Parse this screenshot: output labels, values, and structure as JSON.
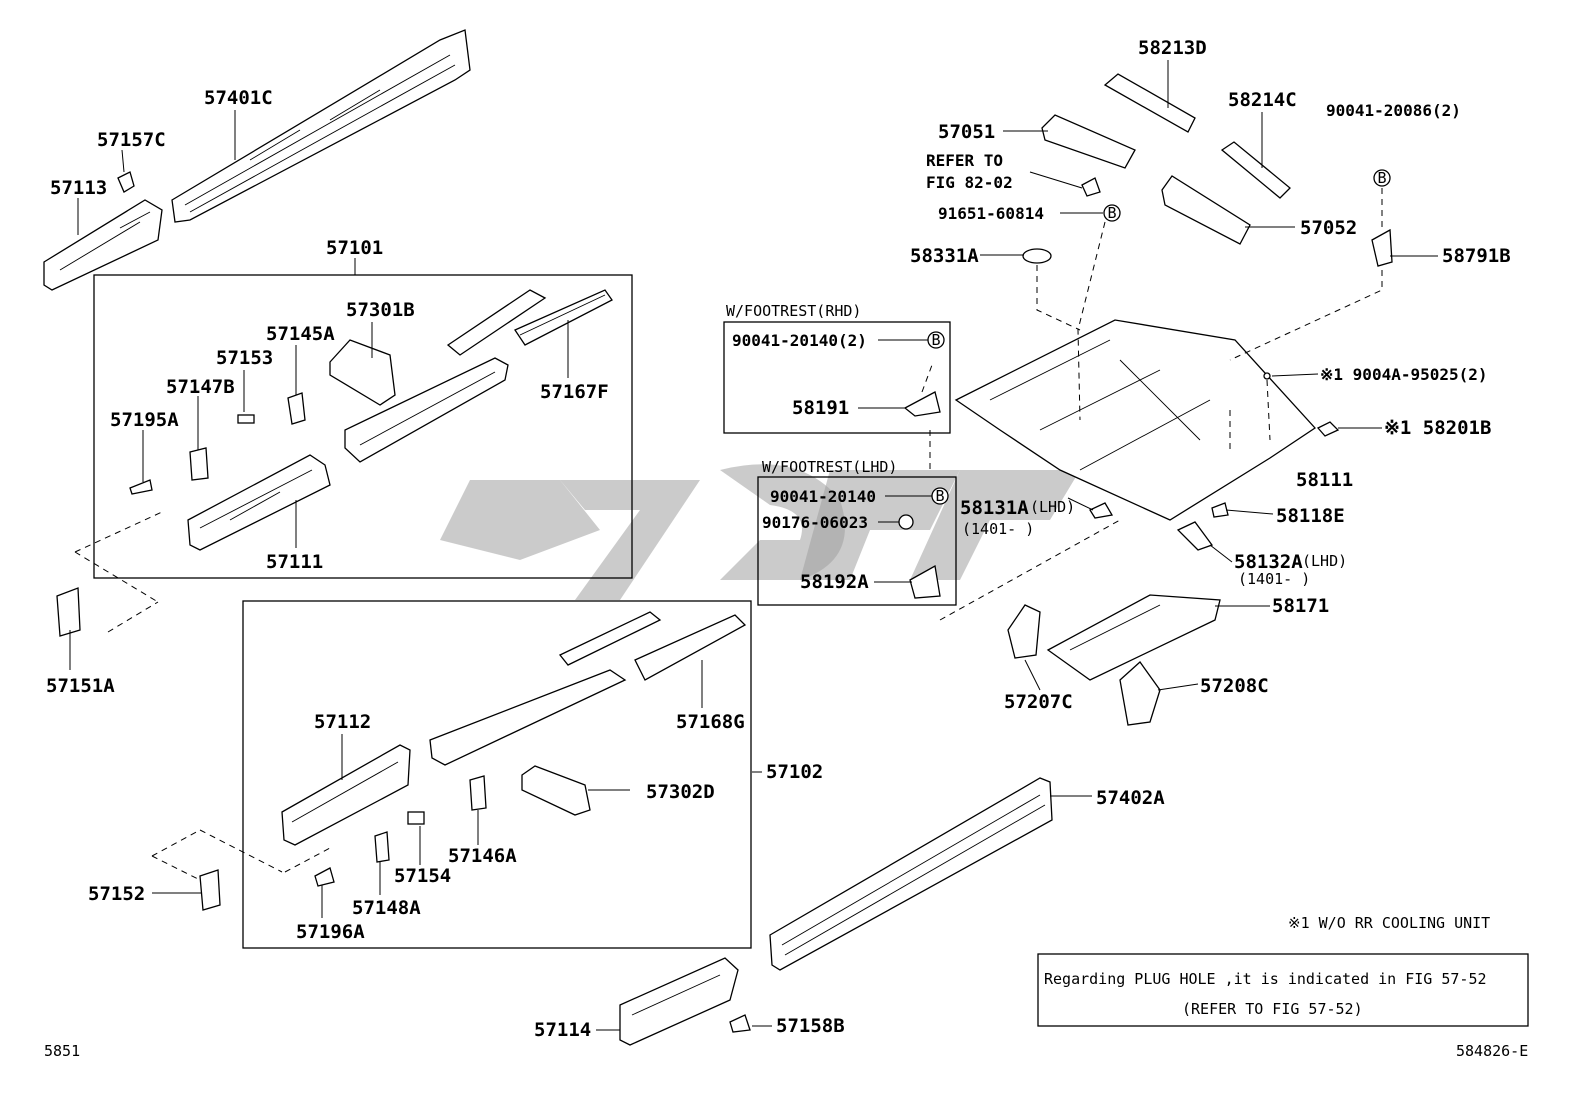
{
  "diagram": {
    "kind": "exploded-parts-diagram",
    "labels": {
      "p57401C": "57401C",
      "p57157C": "57157C",
      "p57113": "57113",
      "p57101": "57101",
      "p57301B": "57301B",
      "p57145A": "57145A",
      "p57153": "57153",
      "p57147B": "57147B",
      "p57195A": "57195A",
      "p57167F": "57167F",
      "p57111": "57111",
      "p57151A": "57151A",
      "p57112": "57112",
      "p57168G": "57168G",
      "p57102": "57102",
      "p57302D": "57302D",
      "p57146A": "57146A",
      "p57154": "57154",
      "p57148A": "57148A",
      "p57196A": "57196A",
      "p57152": "57152",
      "p57114": "57114",
      "p57158B": "57158B",
      "p57402A": "57402A",
      "p58213D": "58213D",
      "p58214C": "58214C",
      "p57051": "57051",
      "p57052": "57052",
      "p90041_20086": "90041-20086(2)",
      "refer_to": "REFER TO",
      "fig_82_02": "FIG 82-02",
      "p91651_60814": "91651-60814",
      "p58331A": "58331A",
      "p58791B": "58791B",
      "footrest_rhd": "W/FOOTREST(RHD)",
      "p90041_20140_2": "90041-20140(2)",
      "p58191": "58191",
      "footrest_lhd": "W/FOOTREST(LHD)",
      "p90041_20140": "90041-20140",
      "p90176_06023": "90176-06023",
      "p58192A": "58192A",
      "p58131A": "58131A",
      "p58131A_suffix": "(LHD)",
      "p58131A_range": "(1401-      )",
      "p9004A_95025": "※1 9004A-95025(2)",
      "p58201B": "※1 58201B",
      "p58111": "58111",
      "p58118E": "58118E",
      "p58132A": "58132A",
      "p58132A_suffix": "(LHD)",
      "p58132A_range": "(1401-      )",
      "p58171": "58171",
      "p57207C": "57207C",
      "p57208C": "57208C",
      "callout_b": "B"
    },
    "footnote": "※1  W/O RR COOLING UNIT",
    "notice_line1": "Regarding PLUG HOLE ,it is indicated in FIG 57-52",
    "notice_line2": "(REFER TO FIG 57-52)",
    "corner_left": "5851",
    "corner_right": "584826-E"
  }
}
